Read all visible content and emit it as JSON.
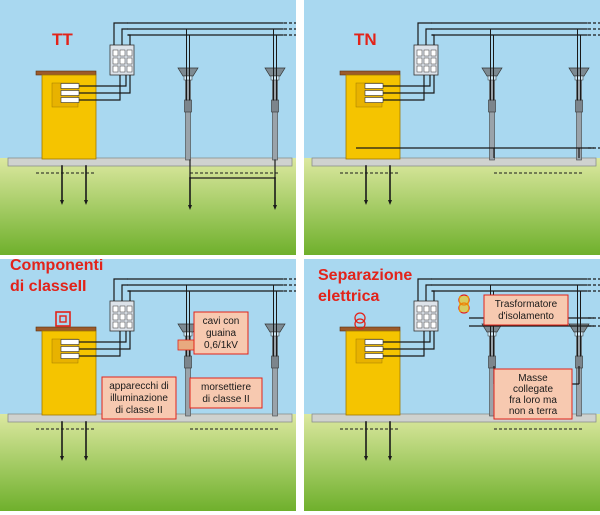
{
  "colors": {
    "sky": "#a9d8f0",
    "ground_top": "#dce8a0",
    "ground_bottom": "#6fb02c",
    "slab": "#cfd2cf",
    "kiosk": "#f5c400",
    "wire": "#1a1a1a",
    "title_red": "#e2231a",
    "note_fill": "#f7c9b0",
    "note_border": "#e2231a",
    "divider": "#ffffff"
  },
  "icons": {
    "double_insulation": "double-square-icon",
    "transformer": "transformer-icon"
  },
  "panels": [
    {
      "id": "tt",
      "title_lines": [
        "TT"
      ],
      "notes": []
    },
    {
      "id": "tn",
      "title_lines": [
        "TN"
      ],
      "notes": []
    },
    {
      "id": "class2",
      "title_lines": [
        "Componenti",
        "di classeII"
      ],
      "notes": [
        {
          "id": "cables",
          "lines": [
            "cavi con",
            "guaina",
            "0,6/1kV"
          ]
        },
        {
          "id": "fixtures",
          "lines": [
            "apparecchi di",
            "illuminazione",
            "di classe II"
          ]
        },
        {
          "id": "terminals",
          "lines": [
            "morsettiere",
            "di classe II"
          ]
        }
      ]
    },
    {
      "id": "separation",
      "title_lines": [
        "Separazione",
        "elettrica"
      ],
      "notes": [
        {
          "id": "transformer",
          "lines": [
            "Trasformatore",
            "d'isolamento"
          ]
        },
        {
          "id": "masses",
          "lines": [
            "Masse",
            "collegate",
            "fra loro ma",
            "non a terra"
          ]
        }
      ]
    }
  ]
}
